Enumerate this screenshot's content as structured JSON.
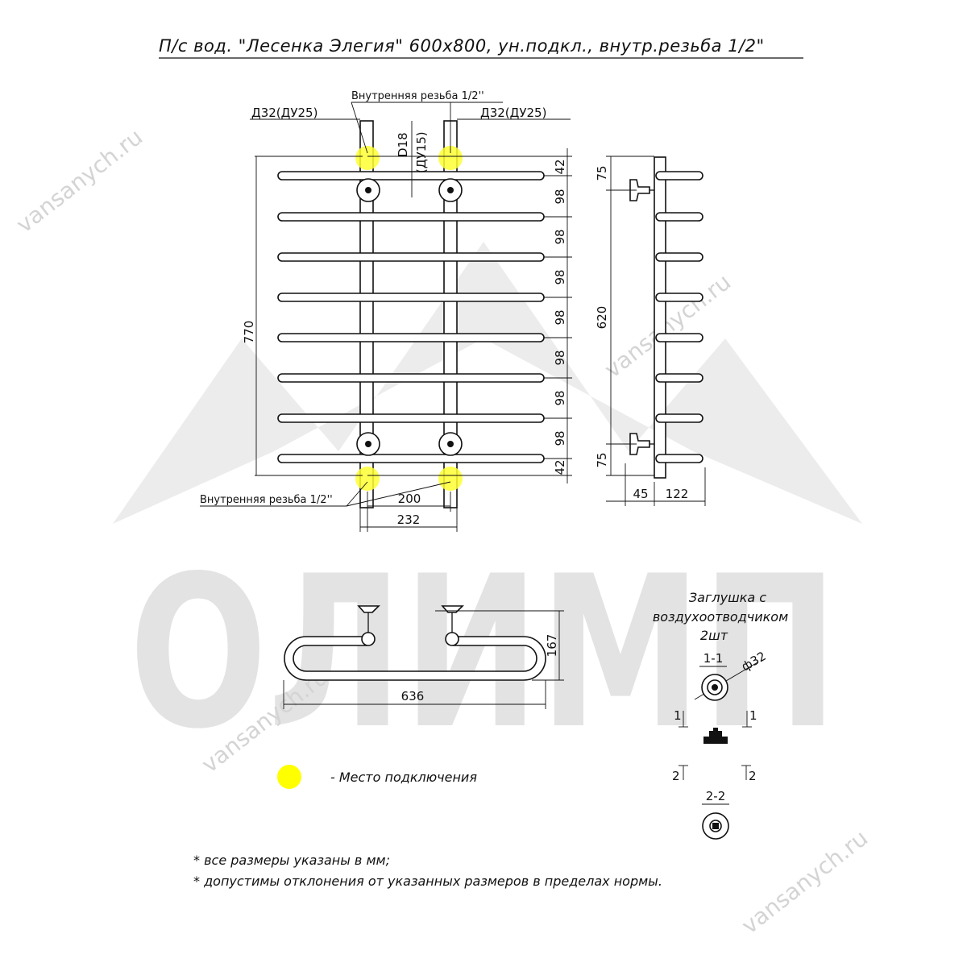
{
  "title": "П/с вод. \"Лесенка Элегия\" 600x800, ун.подкл., внутр.резьба 1/2\"",
  "watermark": {
    "site": "vansanych.ru",
    "brand": "ОЛИМП"
  },
  "front_view": {
    "thread_label_top": "Внутренняя резьба 1/2''",
    "thread_label_bottom": "Внутренняя резьба 1/2''",
    "pipe_left": "Д32(ДУ25)",
    "pipe_right": "Д32(ДУ25)",
    "inner_d": "D18",
    "inner_du": "(ДУ15)",
    "height_total": "770",
    "spacing_top": "42",
    "spacing_step": "98",
    "spacing_bottom": "42",
    "width_inner": "200",
    "width_outer": "232"
  },
  "side_view": {
    "offset_top": "75",
    "height_mid": "620",
    "offset_bottom": "75",
    "depth_a": "45",
    "depth_b": "122"
  },
  "top_view": {
    "height": "167",
    "width": "636"
  },
  "plug": {
    "caption_line1": "Заглушка с",
    "caption_line2": "воздухоотводчиком",
    "caption_line3": "2шт",
    "section1": "1-1",
    "diameter": "ф32",
    "mark1_left": "1",
    "mark1_right": "1",
    "mark2_left": "2",
    "mark2_right": "2",
    "section2": "2-2"
  },
  "legend": {
    "text": "- Место подключения",
    "color": "#ffff00"
  },
  "notes": [
    "* все размеры указаны в мм;",
    "* допустимы отклонения от указанных размеров в пределах нормы."
  ]
}
